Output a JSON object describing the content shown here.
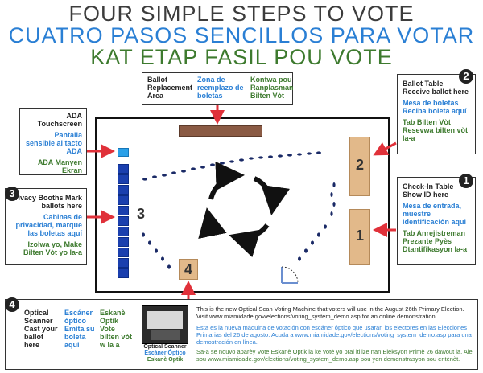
{
  "titles": {
    "english": "FOUR SIMPLE STEPS TO VOTE",
    "spanish": "CUATRO PASOS SENCILLOS PARA VOTAR",
    "creole": "KAT ETAP FASIL POU VOTE"
  },
  "ballot_replacement": {
    "en": "Ballot Replacement Area",
    "es": "Zona de reemplazo de boletas",
    "ht": "Kontwa pou Ranplasman Bilten Vòt"
  },
  "step1": {
    "number": "1",
    "en": "Check-In Table Show ID here",
    "es": "Mesa de entrada, muestre identificación aquí",
    "ht": "Tab Anrejistreman Prezante Pyès Dtantifikasyon la-a"
  },
  "step2": {
    "number": "2",
    "en": "Ballot Table Receive ballot here",
    "es": "Mesa de boletas Reciba boleta aquí",
    "ht": "Tab Bilten Vòt Resevwa bilten vòt la-a"
  },
  "step3": {
    "number": "3",
    "en": "Privacy Booths Mark ballots here",
    "es": "Cabinas de privacidad, marque las boletas aquí",
    "ht": "Izolwa yo, Make Bilten Vòt yo la-a"
  },
  "step4": {
    "number": "4",
    "en": "Optical Scanner Cast your ballot here",
    "es": "Escáner óptico Emita su boleta aquí",
    "ht": "Eskanè Optik Vote bilten vòt w la a"
  },
  "ada": {
    "en": "ADA Touchscreen",
    "es": "Pantalla sensible al tacto ADA",
    "ht": "ADA Manyen Ekran"
  },
  "room_labels": {
    "table2": "2",
    "table1": "1",
    "scanner": "4",
    "booths": "3"
  },
  "scanner_caption": {
    "en": "Optical Scanner",
    "es": "Escáner Óptico",
    "ht": "Eskanè Optik"
  },
  "notes": {
    "en": "This is the new Optical Scan Voting Machine that voters will use in the August 26th Primary Election. Visit www.miamidade.gov/elections/voting_system_demo.asp for an online demonstration.",
    "es": "Esta es la nueva máquina de votación con escáner óptico que usarán los electores en las Elecciones Primarias del 26 de agosto. Acuda a www.miamidade.gov/elections/voting_system_demo.asp para una demostración en línea.",
    "ht": "Sa-a se nouvo aparèy Vote Eskanè Optik la ke votè yo pral itilize nan Eleksyon Primè 26 dawout la. Ale sou www.miamidade.gov/elections/voting_system_demo.asp pou yon demonstrasyon sou entènèt."
  },
  "colors": {
    "english": "#222222",
    "spanish": "#2a7fd4",
    "creole": "#3d7a2e",
    "arrow": "#e0313a",
    "table": "#e2b98a",
    "booth": "#1a3fae",
    "replacement": "#8a5a44"
  }
}
